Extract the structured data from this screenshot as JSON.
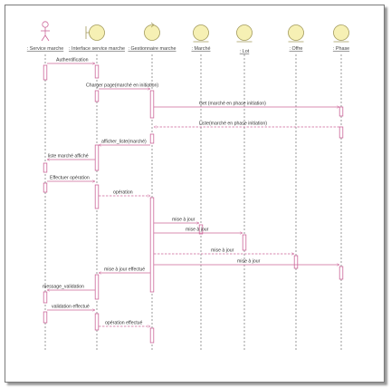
{
  "diagram": {
    "colors": {
      "line": "#cc6699",
      "lifeline": "#555555",
      "actor": "#cc6699",
      "object_fill": "#f6f0b4",
      "object_stroke": "#a29a5a",
      "text": "#333333"
    },
    "participants": [
      {
        "id": "p0",
        "name": "Service marche",
        "kind": "actor",
        "icon": "actor-icon"
      },
      {
        "id": "p1",
        "name": "Interface service marche",
        "kind": "boundary",
        "icon": "boundary-icon"
      },
      {
        "id": "p2",
        "name": "Gestionnaire marche",
        "kind": "control",
        "icon": "control-icon"
      },
      {
        "id": "p3",
        "name": "Marché",
        "kind": "entity",
        "icon": "entity-icon"
      },
      {
        "id": "p4",
        "name": "Lot",
        "kind": "entity",
        "icon": "entity-icon"
      },
      {
        "id": "p5",
        "name": "Offre",
        "kind": "entity",
        "icon": "entity-icon"
      },
      {
        "id": "p6",
        "name": "Phase",
        "kind": "entity",
        "icon": "entity-icon"
      }
    ],
    "messages": [
      {
        "from": "p0",
        "to": "p1",
        "label": "Authentification",
        "return": false
      },
      {
        "from": "p1",
        "to": "p2",
        "label": "Charger page(marché en initiation)",
        "return": false
      },
      {
        "from": "p2",
        "to": "p6",
        "label": "Get (marché en phase initiation)",
        "return": false
      },
      {
        "from": "p6",
        "to": "p2",
        "label": "Liste(marché en phase initiation)",
        "return": true
      },
      {
        "from": "p2",
        "to": "p1",
        "label": "afficher_liste(marché)",
        "return": false
      },
      {
        "from": "p1",
        "to": "p0",
        "label": "liste marché affiché",
        "return": false
      },
      {
        "from": "p0",
        "to": "p1",
        "label": "Effectuer opération",
        "return": false
      },
      {
        "from": "p1",
        "to": "p2",
        "label": "opération",
        "return": true
      },
      {
        "from": "p2",
        "to": "p3",
        "label": "mise à jour",
        "return": false
      },
      {
        "from": "p2",
        "to": "p4",
        "label": "mise à jour",
        "return": false
      },
      {
        "from": "p2",
        "to": "p5",
        "label": "mise à jour",
        "return": true
      },
      {
        "from": "p2",
        "to": "p6",
        "label": "mise à jour",
        "return": false
      },
      {
        "from": "p2",
        "to": "p1",
        "label": "mise à jour effectué",
        "return": false
      },
      {
        "from": "p1",
        "to": "p0",
        "label": "message_validation",
        "return": false
      },
      {
        "from": "p0",
        "to": "p1",
        "label": "validation effectué",
        "return": false
      },
      {
        "from": "p1",
        "to": "p2",
        "label": "opération effectué",
        "return": true
      }
    ]
  }
}
